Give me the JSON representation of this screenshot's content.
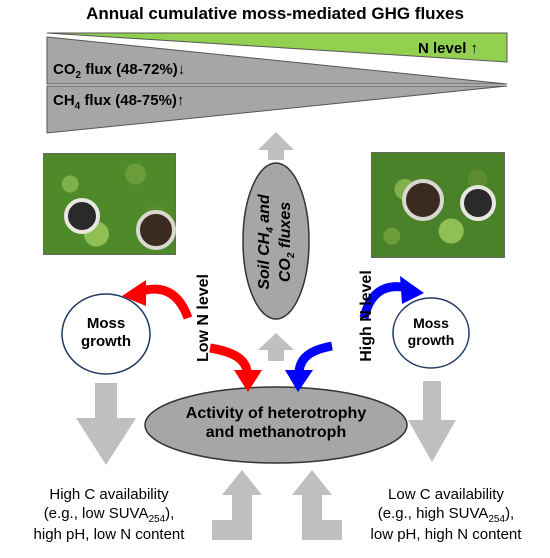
{
  "title": "Annual cumulative moss-mediated GHG fluxes",
  "bars": {
    "n_level": "N level",
    "n_arrow": "↑",
    "co2_prefix": "CO",
    "co2_sub": "2",
    "co2_suffix": " flux (48-72%)",
    "co2_arrow": "↓",
    "ch4_prefix": "CH",
    "ch4_sub": "4",
    "ch4_suffix": " flux (48-75%)",
    "ch4_arrow": "↑"
  },
  "center_ellipse": {
    "line1_pre": "Soil CH",
    "line1_sub": "4",
    "line1_post": " and",
    "line2_pre": "CO",
    "line2_sub": "2",
    "line2_post": " fluxes"
  },
  "left": {
    "n_level": "Low N level",
    "moss_line1": "Moss",
    "moss_line2": "growth",
    "cond_line1": "High C availability",
    "cond_line2_pre": "(e.g., low SUVA",
    "cond_line2_sub": "254",
    "cond_line2_post": "),",
    "cond_line3": "high pH, low N content"
  },
  "right": {
    "n_level": "High N level",
    "moss_line1": "Moss",
    "moss_line2": "growth",
    "cond_line1": "Low C availability",
    "cond_line2_pre": "(e.g., high SUVA",
    "cond_line2_sub": "254",
    "cond_line2_post": "),",
    "cond_line3": "low pH, high N content"
  },
  "activity": {
    "line1": "Activity of heterotrophy",
    "line2": "and methanotroph"
  },
  "colors": {
    "green_bar": "#92d050",
    "grey_bar": "#a6a6a6",
    "ellipse_fill": "#a6a6a6",
    "arrow_grey": "#bfbfbf",
    "red_arrow": "#ff0000",
    "blue_arrow": "#0000ff",
    "moss_green": "#4f8a2a"
  }
}
